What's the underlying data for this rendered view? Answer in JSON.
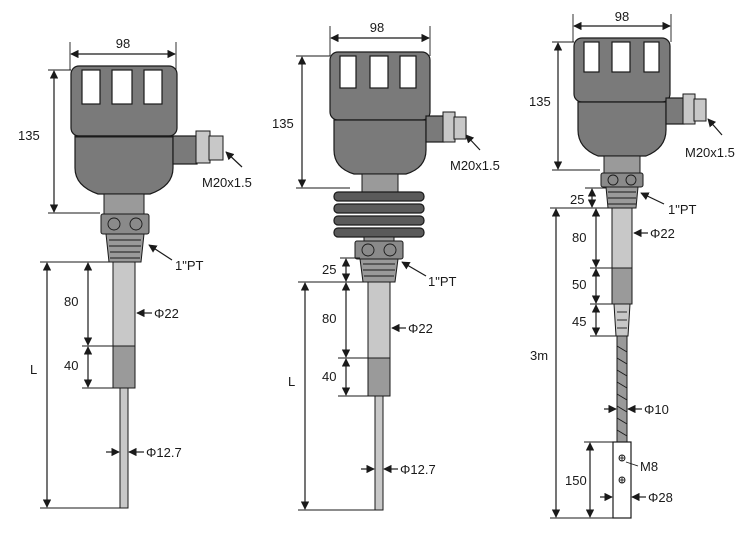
{
  "sensor_a": {
    "width_label": "98",
    "height_label": "135",
    "gland_label": "M20x1.5",
    "thread_label": "1\"PT",
    "rod_label": "Φ22",
    "dim_80": "80",
    "dim_40": "40",
    "length_label": "L",
    "probe_label": "Φ12.7"
  },
  "sensor_b": {
    "width_label": "98",
    "height_label": "135",
    "gland_label": "M20x1.5",
    "thread_label": "1\"PT",
    "dim_25": "25",
    "rod_label": "Φ22",
    "dim_80": "80",
    "dim_40": "40",
    "length_label": "L",
    "probe_label": "Φ12.7"
  },
  "sensor_c": {
    "width_label": "98",
    "height_label": "135",
    "gland_label": "M20x1.5",
    "thread_label": "1\"PT",
    "dim_25": "25",
    "dim_80": "80",
    "rod_label": "Φ22",
    "dim_50": "50",
    "dim_45": "45",
    "cable_length": "3m",
    "cable_label": "Φ10",
    "screw_label": "M8",
    "dim_150": "150",
    "weight_label": "Φ28"
  }
}
